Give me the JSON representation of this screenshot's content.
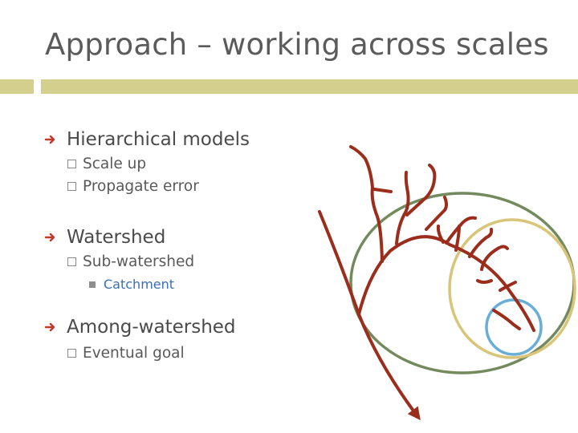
{
  "slide": {
    "title": "Approach – working across scales",
    "bullets": [
      {
        "label": "Hierarchical models",
        "subitems": [
          {
            "label": "Scale up"
          },
          {
            "label": "Propagate error"
          }
        ]
      },
      {
        "label": "Watershed",
        "subitems": [
          {
            "label": "Sub-watershed",
            "subitems": [
              {
                "label": "Catchment"
              }
            ]
          }
        ]
      },
      {
        "label": "Among-watershed",
        "subitems": [
          {
            "label": "Eventual goal"
          }
        ]
      }
    ]
  },
  "colors": {
    "title_text": "#5b5b5b",
    "title_bar": "#d5cf8e",
    "bullet_arrow": "#c0392b",
    "river": "#9b2d1c",
    "circle_large": "#728a5d",
    "circle_medium": "#d9c57a",
    "circle_small": "#6aaed6",
    "catchment_text": "#3a6fb5"
  },
  "icons": {
    "bullet": "arrow-right-icon",
    "subitem": "checkbox-icon",
    "subsubitem": "square-icon"
  }
}
